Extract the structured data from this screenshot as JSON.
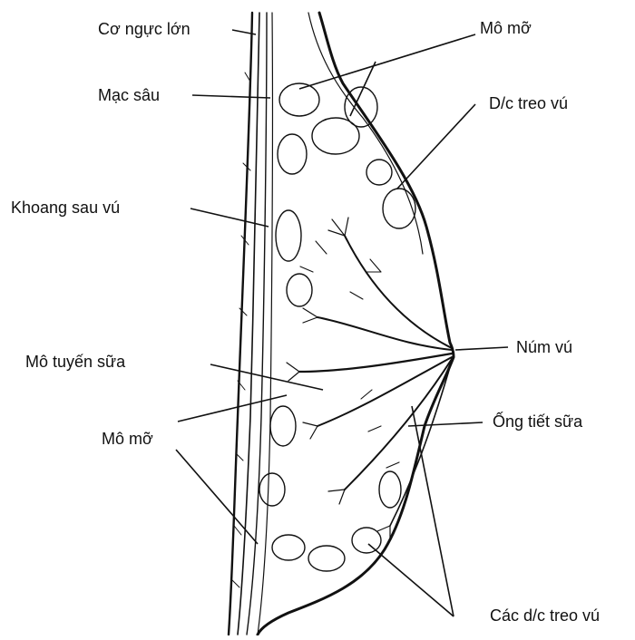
{
  "labels": {
    "co_nguc_lon": "Cơ ngực lớn",
    "mac_sau": "Mạc sâu",
    "khoang_sau_vu": "Khoang sau vú",
    "mo_tuyen_sua": "Mô tuyến sữa",
    "mo_mo_left": "Mô mỡ",
    "mo_mo_top": "Mô mỡ",
    "dc_treo_vu": "D/c treo vú",
    "num_vu": "Núm vú",
    "ong_tiet_sua": "Ống tiết sữa",
    "cac_dc_treo_vu": "Các d/c treo vú"
  },
  "colors": {
    "ink": "#111111",
    "background": "#ffffff"
  }
}
